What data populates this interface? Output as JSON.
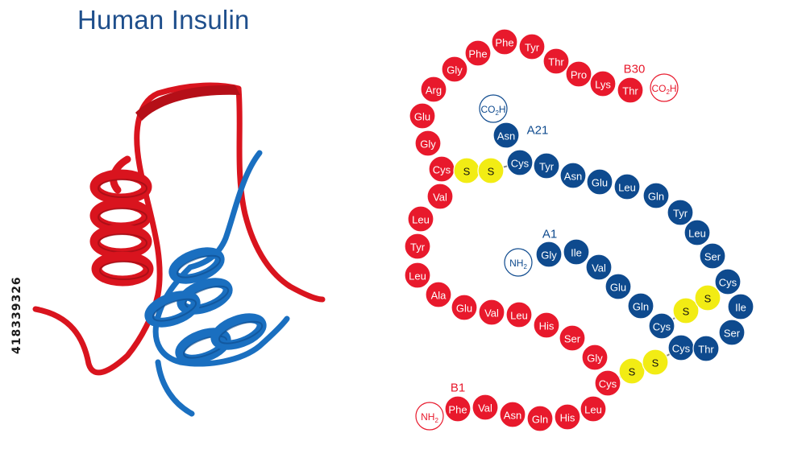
{
  "title": "Human Insulin",
  "stock_id": "418339326",
  "colors": {
    "b_chain": "#e8192c",
    "a_chain": "#0e4a8e",
    "disulfide": "#f2ec14",
    "ribbon_red": "#d9141e",
    "ribbon_blue": "#1a6fc0",
    "title": "#1f4f8c"
  },
  "labels": {
    "b1": "B1",
    "b30": "B30",
    "a1": "A1",
    "a21": "A21"
  },
  "end_groups": {
    "b_n_terminus": "NH2",
    "b_c_terminus": "CO2H",
    "a_n_terminus": "NH2",
    "a_c_terminus": "CO2H"
  },
  "b_chain": [
    "Phe",
    "Val",
    "Asn",
    "Gln",
    "His",
    "Leu",
    "Cys",
    "Gly",
    "Ser",
    "His",
    "Leu",
    "Val",
    "Glu",
    "Ala",
    "Leu",
    "Tyr",
    "Leu",
    "Val",
    "Cys",
    "Gly",
    "Glu",
    "Arg",
    "Gly",
    "Phe",
    "Phe",
    "Tyr",
    "Thr",
    "Pro",
    "Lys",
    "Thr"
  ],
  "a_chain": [
    "Gly",
    "Ile",
    "Val",
    "Glu",
    "Gln",
    "Cys",
    "Cys",
    "Thr",
    "Ser",
    "Ile",
    "Cys",
    "Ser",
    "Leu",
    "Tyr",
    "Gln",
    "Leu",
    "Glu",
    "Asn",
    "Tyr",
    "Cys",
    "Asn"
  ],
  "disulfide_label": "S",
  "disulfide_bonds": [
    "A6-A11",
    "A7-B7",
    "A20-B19"
  ],
  "left_panel": "3D ribbon model: B chain (red) and A chain (blue)"
}
